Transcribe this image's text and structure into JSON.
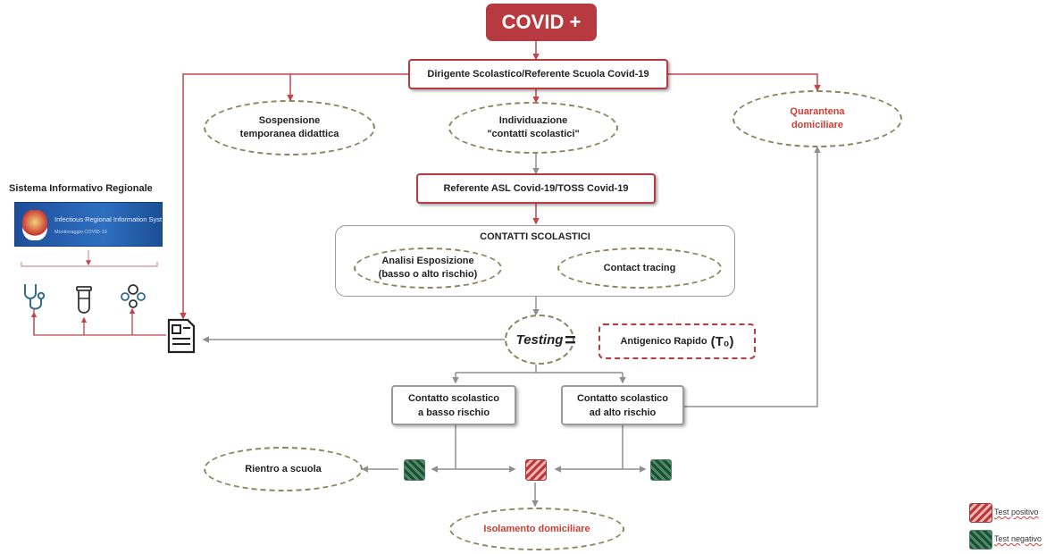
{
  "nodes": {
    "covid": "COVID +",
    "dirigente": "Dirigente Scolastico/Referente Scuola Covid-19",
    "sospensione": [
      "Sospensione",
      "temporanea didattica"
    ],
    "individuazione": [
      "Individuazione",
      "\"contatti scolastici\""
    ],
    "quarantena": [
      "Quarantena",
      "domiciliare"
    ],
    "referente_asl": "Referente ASL Covid-19/TOSS Covid-19",
    "contatti_title": "CONTATTI SCOLASTICI",
    "analisi": [
      "Analisi Esposizione",
      "(basso o alto rischio)"
    ],
    "contact_tracing": "Contact  tracing",
    "testing": "Testing",
    "equals": "=",
    "antigenico": "Antigenico Rapido",
    "t0": "(T₀)",
    "basso": [
      "Contatto scolastico",
      "a basso rischio"
    ],
    "alto": [
      "Contatto scolastico",
      "ad alto rischio"
    ],
    "rientro": "Rientro a scuola",
    "isolamento": "Isolamento domiciliare"
  },
  "sistema": {
    "title": "Sistema Informativo Regionale",
    "banner_text": "Infectious Regional Information System",
    "banner_sub": "Monitoraggio COVID-19"
  },
  "legend": {
    "positive": "Test positivo",
    "negative": "Test negativo"
  },
  "icons": [
    "stethoscope-icon",
    "test-tube-icon",
    "microscope-icon",
    "document-icon",
    "test-positive-icon",
    "test-negative-icon"
  ],
  "colors": {
    "accent_red": "#b63a3f",
    "red_text": "#d23c33",
    "ellipse_border": "#8c8560",
    "line_gray": "#9a9a9a",
    "test_negative": "#3b7d5a"
  }
}
